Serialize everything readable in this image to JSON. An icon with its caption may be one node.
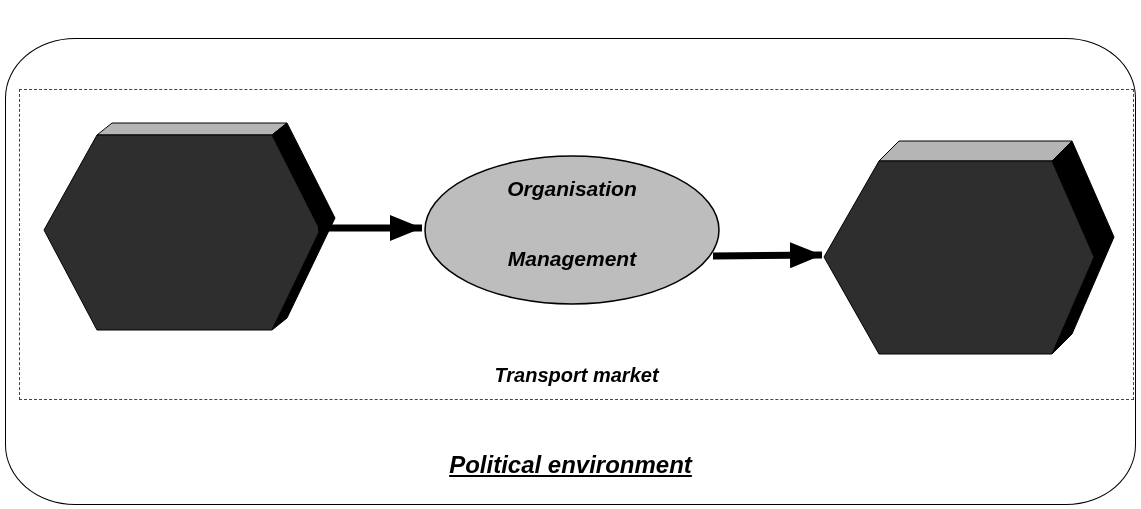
{
  "diagram": {
    "nodes": [
      {
        "text": [
          "Political environment"
        ]
      },
      {
        "text": [
          "Transport market"
        ],
        "in": 0
      },
      {
        "text": [],
        "shape": "hexagon",
        "in": 1
      },
      {
        "text": [
          "Organisation",
          "Management"
        ],
        "in": 1
      },
      {
        "text": [],
        "shape": "hexagon",
        "in": 1
      }
    ],
    "edges": [
      {
        "from": 2,
        "to": 3,
        "arrow": "to"
      },
      {
        "from": 3,
        "to": 4,
        "arrow": "to"
      }
    ]
  }
}
